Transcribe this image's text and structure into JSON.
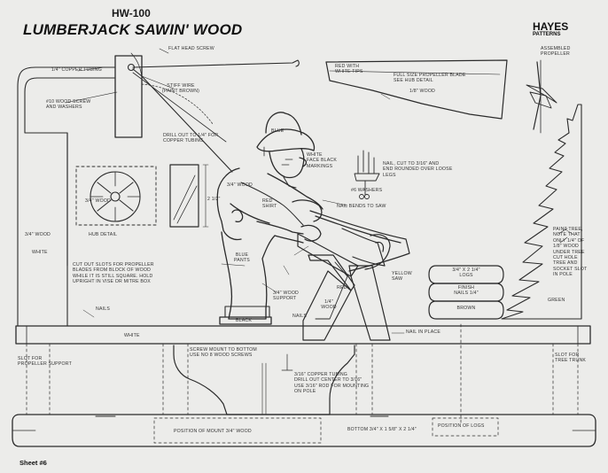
{
  "header": {
    "pattern_number": "HW-100",
    "title": "LUMBERJACK SAWIN' WOOD",
    "brand": "HAYES",
    "brand_tagline": "PATTERNS"
  },
  "footer": {
    "sheet": "Sheet #6"
  },
  "labels": {
    "flat_head_screw": "FLAT HEAD SCREW",
    "copper_tubing": "1/4\" COPPER TUBING",
    "wood_screw_washers": "#10 WOOD SCREW\nAND WASHERS",
    "stiff_wire": "STIFF WIRE\n(PAINT BROWN)",
    "blade_color": "RED WITH\nWHITE TIPS",
    "full_size_blade": "FULL SIZE PROPELLER BLADE\nSEE HUB DETAIL",
    "blade_wood": "1/8\" WOOD",
    "assembled_propeller": "ASSEMBLED\nPROPELLER",
    "blue_cap": "BLUE",
    "drill_out": "DRILL OUT TO 1/4\" FOR\nCOPPER TUBING",
    "face_white": "WHITE\nFACE BLACK\nMARKINGS",
    "nail_cut": "NAIL, CUT TO 3/16\" AND\nEND ROUNDED OVER LOOSE\nLEGS",
    "washers": "#6 WASHERS",
    "nail_bend": "NAIL BENDS TO SAW",
    "wood_34": "3/4\" WOOD",
    "red_shirt": "RED\nSHIRT",
    "hub_detail": "HUB DETAIL",
    "hub_wood": "3/4\" WOOD",
    "wood_34_side": "3/4\" WOOD",
    "white": "WHITE",
    "blue_pants": "BLUE\nPANTS",
    "cut_slots": "CUT OUT SLOTS FOR PROPELLER\nBLADES FROM BLOCK OF WOOD\nWHILE IT IS STILL SQUARE. HOLD\nUPRIGHT IN VISE OR MITRE BOX",
    "yellow_saw": "YELLOW\nSAW",
    "logs_label": "3/4\" X 2 1/4\"\nLOGS",
    "finish_nails": "FINISH\nNAILS 1/4\"",
    "brown": "BROWN",
    "tree_note": "PAINT TREE,\nNOTE THAT\nONLY 1/4\" OF\n1/8\" WOOD\nUNDER TREE\nCUT HOLE\nTREE AND\nSOCKET SLOT\nIN POLE",
    "green": "GREEN",
    "nails": "NAILS",
    "support": "3/4\" WOOD\nSUPPORT",
    "black": "BLACK",
    "red": "RED",
    "sawhorse_wood": "1/4\"\nWOOD",
    "nail_in_place": "NAIL IN PLACE",
    "screw_mount": "SCREW MOUNT TO BOTTOM\nUSE NO 8 WOOD SCREWS",
    "slot_propeller": "SLOT FOR\nPROPELLER SUPPORT",
    "copper_tubing_drill": "3/16\" COPPER TUBING\nDRILL OUT CENTER TO 3/16\"\nUSE 3/16\" ROD FOR MOUNTING\nON POLE",
    "slot_tree": "SLOT FOR\nTREE TRUNK",
    "position_mount": "POSITION OF MOUNT  3/4\" WOOD",
    "bottom": "BOTTOM 3/4\" X 1 5/8\" X 2 1/4\"",
    "position_logs": "POSITION OF LOGS",
    "dim_2_half": "2 1/2\""
  }
}
